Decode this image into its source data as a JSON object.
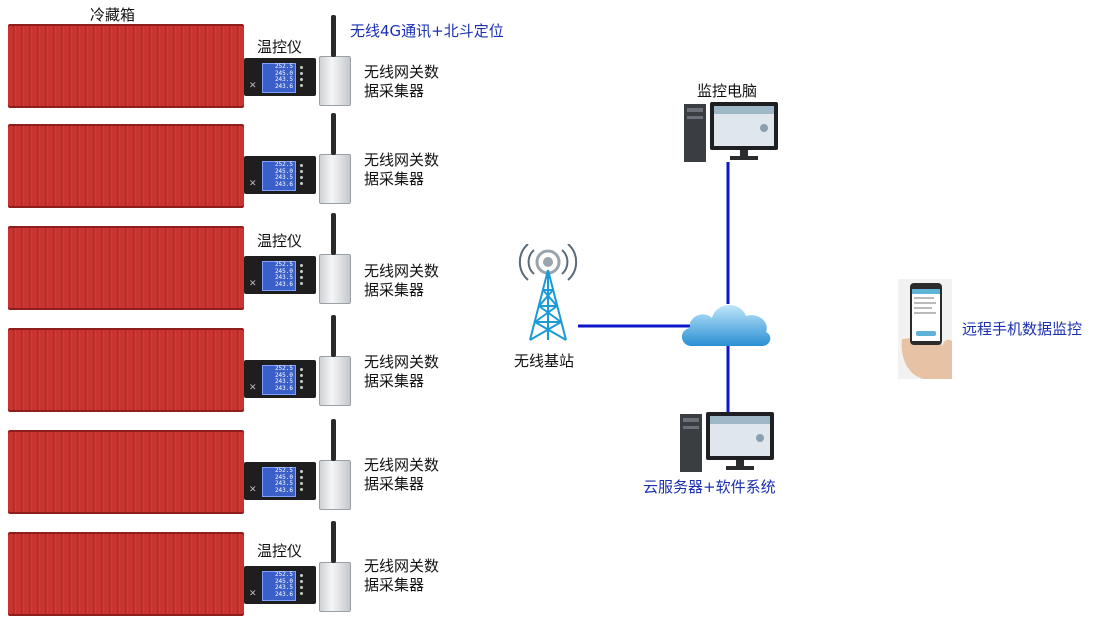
{
  "labels": {
    "cold_box": "冷藏箱",
    "thermostat": "温控仪",
    "gateway_line1": "无线网关数",
    "gateway_line2": "据采集器",
    "comm": "无线4G通讯+北斗定位",
    "base_station": "无线基站",
    "monitor_pc": "监控电脑",
    "cloud_server": "云服务器+软件系统",
    "remote_phone": "远程手机数据监控"
  },
  "thermostat_display": [
    "252.5",
    "245.0",
    "243.5",
    "243.6"
  ],
  "colors": {
    "container_red": "#c62e2b",
    "link_blue": "#0b17c8",
    "label_blue": "#1a2fb0"
  }
}
